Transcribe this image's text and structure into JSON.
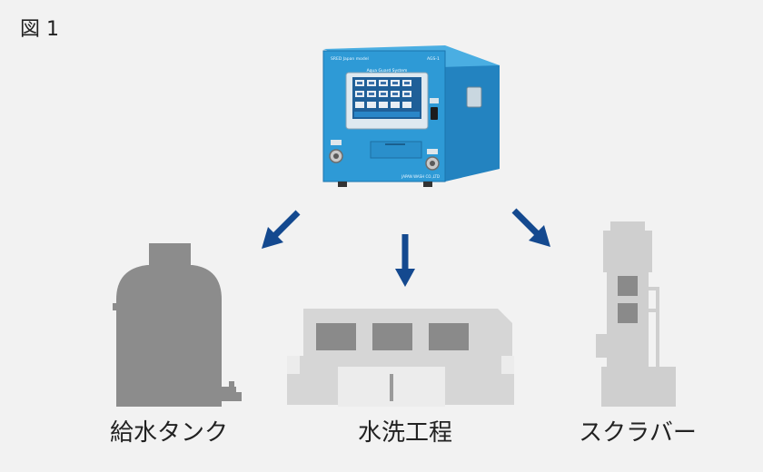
{
  "figure_label": "図 1",
  "device": {
    "brand": "SRED  Japan model",
    "model_tag": "AGS-1",
    "panel_title": "Aqua Guard System",
    "maker_plate": "JAPAN WASH CO.,LTD"
  },
  "targets": [
    {
      "label": "給水タンク"
    },
    {
      "label": "水洗工程"
    },
    {
      "label": "スクラバー"
    }
  ],
  "colors": {
    "device_blue": "#2e9ad6",
    "arrow": "#14498f",
    "tank": "#8c8c8c",
    "machine": "#d6d6d6",
    "scrubber": "#cfcfcf",
    "background": "#f2f2f2"
  }
}
